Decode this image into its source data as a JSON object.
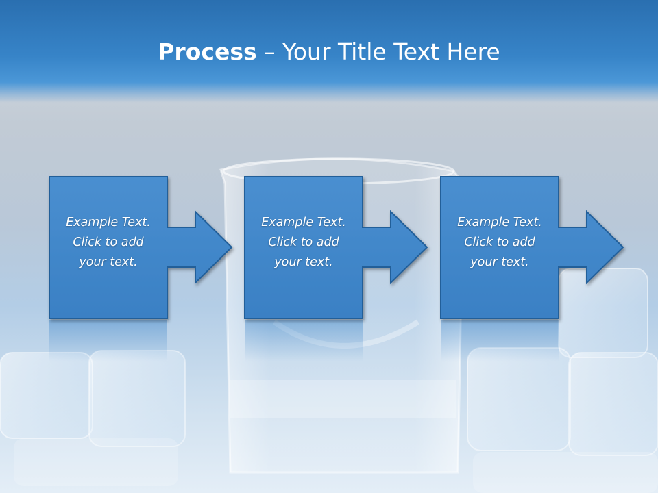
{
  "slide": {
    "title_bold": "Process",
    "title_rest": " – Your Title Text Here"
  },
  "steps": [
    {
      "line1": "Example Text.",
      "line2": "Click  to add",
      "line3": "your text."
    },
    {
      "line1": "Example Text.",
      "line2": "Click  to add",
      "line3": "your text."
    },
    {
      "line1": "Example Text.",
      "line2": "Click  to add",
      "line3": "your text."
    }
  ],
  "colors": {
    "header_blue": "#3784c8",
    "box_fill": "#3e86c9",
    "box_border": "#245f99",
    "text": "#ffffff"
  }
}
